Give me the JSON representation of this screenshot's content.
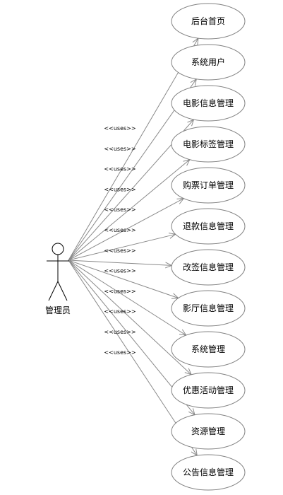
{
  "diagram": {
    "type": "use-case",
    "actor": {
      "label": "管理员",
      "icon": "stick-figure-icon"
    },
    "relationship_label": "<<uses>>",
    "use_cases": [
      {
        "label": "后台首页"
      },
      {
        "label": "系统用户"
      },
      {
        "label": "电影信息管理"
      },
      {
        "label": "电影标签管理"
      },
      {
        "label": "购票订单管理"
      },
      {
        "label": "退款信息管理"
      },
      {
        "label": "改签信息管理"
      },
      {
        "label": "影厅信息管理"
      },
      {
        "label": "系统管理"
      },
      {
        "label": "优惠活动管理"
      },
      {
        "label": "资源管理"
      },
      {
        "label": "公告信息管理"
      }
    ],
    "colors": {
      "line": "#8a8a8a",
      "ellipse_stroke": "#808080",
      "ellipse_fill": "#ffffff",
      "text": "#000000"
    }
  }
}
